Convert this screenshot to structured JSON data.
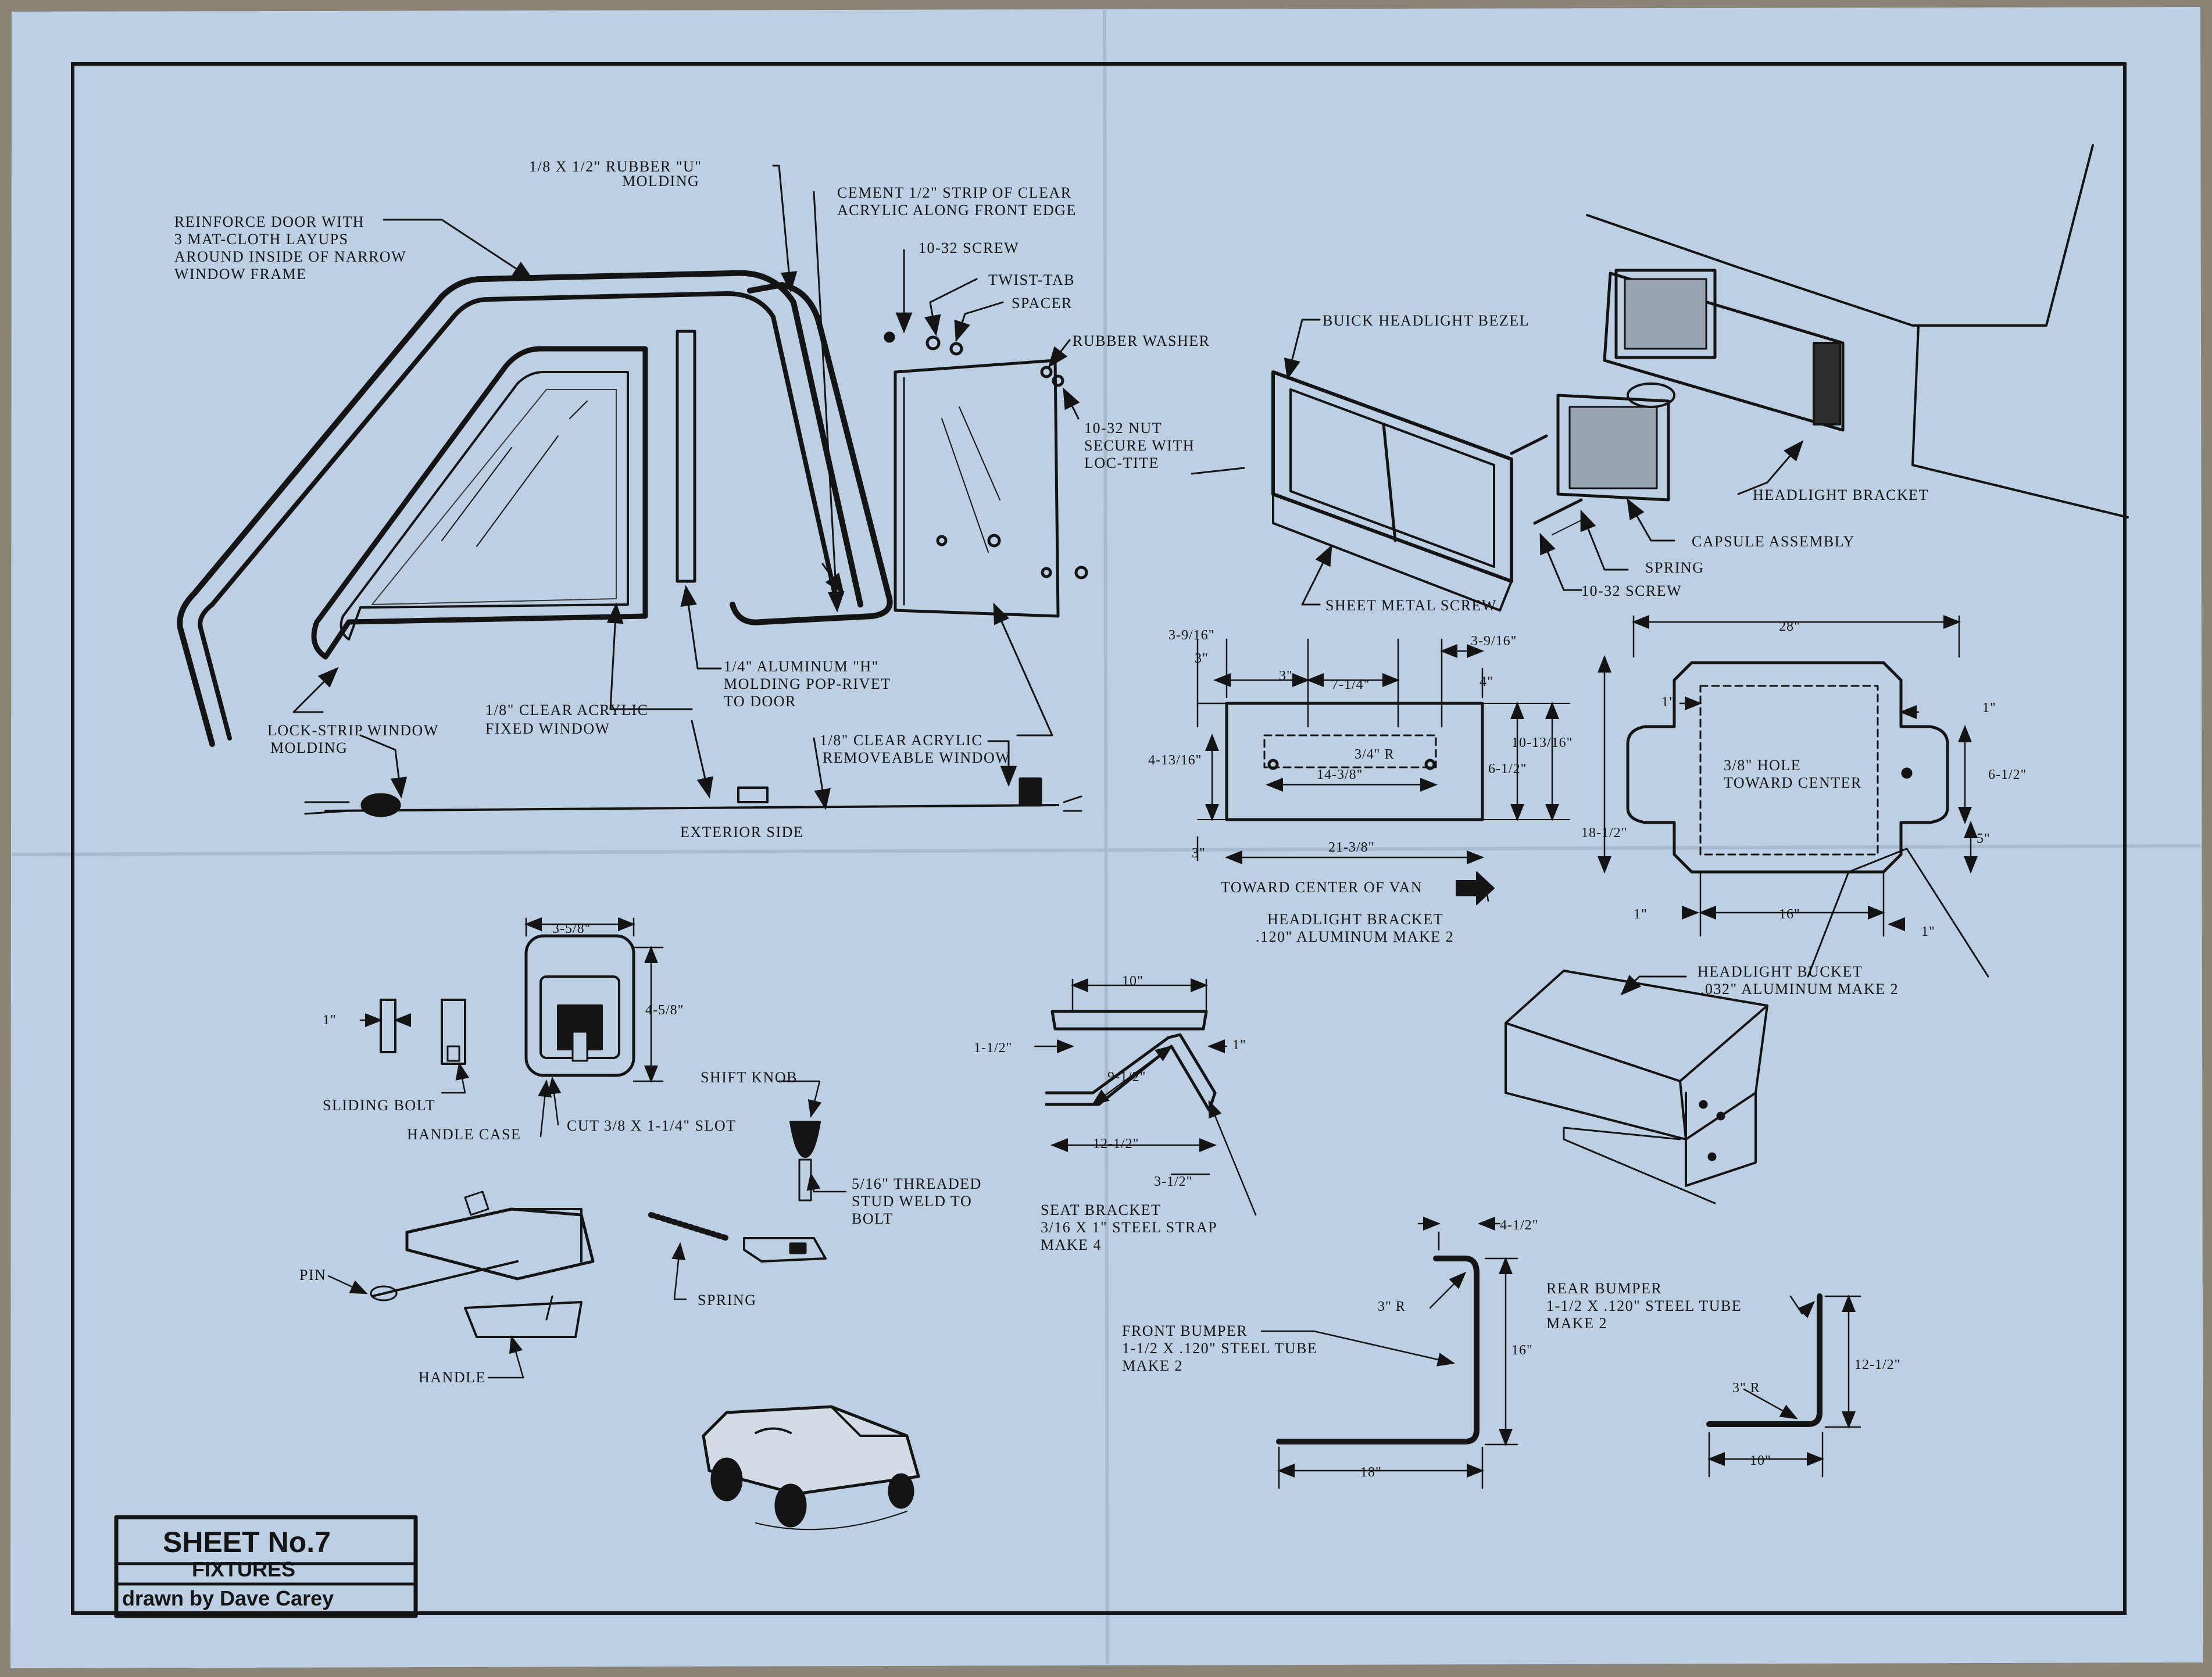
{
  "title_block": {
    "sheet": "SHEET No.7",
    "subject": "FIXTURES",
    "author": "drawn by Dave Carey"
  },
  "colors": {
    "paper": "#bccfe3",
    "ink": "#141414",
    "background": "#8b8376"
  },
  "labels": {
    "rubber_u_1": "1/8 X 1/2\" RUBBER \"U\"",
    "rubber_u_2": "MOLDING",
    "cement_1": "CEMENT 1/2\" STRIP OF CLEAR",
    "cement_2": "ACRYLIC ALONG FRONT EDGE",
    "reinforce_1": "REINFORCE DOOR WITH",
    "reinforce_2": "3 MAT-CLOTH LAYUPS",
    "reinforce_3": "AROUND INSIDE OF NARROW",
    "reinforce_4": "WINDOW FRAME",
    "screw_1032": "10-32 SCREW",
    "twist_tab": "TWIST-TAB",
    "spacer": "SPACER",
    "rubber_washer": "RUBBER WASHER",
    "nut_1": "10-32 NUT",
    "nut_2": "SECURE WITH",
    "nut_3": "LOC-TITE",
    "alum_h_1": "1/4\" ALUMINUM \"H\"",
    "alum_h_2": "MOLDING POP-RIVET",
    "alum_h_3": "TO DOOR",
    "fixed_win_1": "1/8\" CLEAR ACRYLIC",
    "fixed_win_2": "FIXED WINDOW",
    "lock_strip_1": "LOCK-STRIP WINDOW",
    "lock_strip_2": "MOLDING",
    "remove_win_1": "1/8\" CLEAR ACRYLIC",
    "remove_win_2": "REMOVEABLE WINDOW",
    "exterior": "EXTERIOR SIDE",
    "buick_bezel": "BUICK HEADLIGHT BEZEL",
    "headlight_bracket": "HEADLIGHT BRACKET",
    "capsule": "CAPSULE ASSEMBLY",
    "spring_top": "SPRING",
    "screw_top": "10-32 SCREW",
    "sheet_metal_screw": "SHEET METAL SCREW",
    "toward_center": "TOWARD CENTER OF VAN",
    "hb_make_1": "HEADLIGHT BRACKET",
    "hb_make_2": ".120\" ALUMINUM  MAKE 2",
    "hole_1": "3/8\" HOLE",
    "hole_2": "TOWARD CENTER",
    "bucket_1": "HEADLIGHT BUCKET",
    "bucket_2": ".032\" ALUMINUM MAKE 2",
    "sliding_bolt": "SLIDING BOLT",
    "handle_case": "HANDLE CASE",
    "cut_slot": "CUT 3/8 X 1-1/4\" SLOT",
    "shift_knob": "SHIFT KNOB",
    "stud_1": "5/16\" THREADED",
    "stud_2": "STUD WELD TO",
    "stud_3": "BOLT",
    "pin": "PIN",
    "spring_bottom": "SPRING",
    "handle": "HANDLE",
    "seat_1": "SEAT BRACKET",
    "seat_2": "3/16 X 1\" STEEL STRAP",
    "seat_3": "MAKE 4",
    "front_1": "FRONT BUMPER",
    "front_2": "1-1/2 X .120\" STEEL TUBE",
    "front_3": "MAKE 2",
    "rear_1": "REAR BUMPER",
    "rear_2": "1-1/2 X .120\" STEEL TUBE",
    "rear_3": "MAKE 2"
  },
  "dims": {
    "d_3_9_16_a": "3-9/16\"",
    "d_3_a": "3\"",
    "d_3_b": "3\"",
    "d_7_1_4": "7-1/4\"",
    "d_3_9_16_b": "3-9/16\"",
    "d_4": "4\"",
    "d_4_13_16": "4-13/16\"",
    "d_3_4_r": "3/4\" R",
    "d_14_3_8": "14-3/8\"",
    "d_10_13_16": "10-13/16\"",
    "d_6_1_2_a": "6-1/2\"",
    "d_3_c": "3\"",
    "d_21_3_8": "21-3/8\"",
    "d_28": "28\"",
    "d_1_a": "1\"",
    "d_1_b": "1\"",
    "d_18_1_2": "18-1/2\"",
    "d_6_1_2_b": "6-1/2\"",
    "d_5": "5\"",
    "d_1_c": "1\"",
    "d_16_a": "16\"",
    "d_1_d": "1\"",
    "d_3_5_8": "3-5/8\"",
    "d_4_5_8": "4-5/8\"",
    "d_1_e": "1\"",
    "d_10_a": "10\"",
    "d_1_1_2": "1-1/2\"",
    "d_1_f": "1\"",
    "d_9_1_2": "9-1/2\"",
    "d_12_1_2_a": "12-1/2\"",
    "d_3_1_2": "3-1/2\"",
    "d_4_1_2": "4-1/2\"",
    "d_3_r_a": "3\" R",
    "d_16_b": "16\"",
    "d_18": "18\"",
    "d_12_1_2_b": "12-1/2\"",
    "d_3_r_b": "3\" R",
    "d_10_b": "10\""
  }
}
